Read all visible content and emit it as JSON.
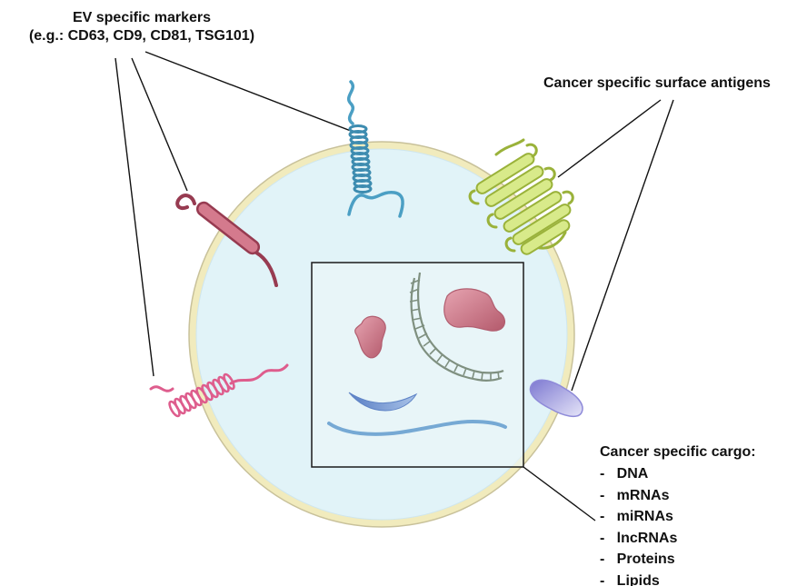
{
  "ev_markers": {
    "title": "EV specific markers",
    "examples": "(e.g.: CD63, CD9, CD81, TSG101)"
  },
  "surface_antigens": {
    "title": "Cancer specific surface antigens"
  },
  "cargo": {
    "title": "Cancer specific cargo:",
    "items": [
      "DNA",
      "mRNAs",
      "miRNAs",
      "lncRNAs",
      "Proteins",
      "Lipids"
    ],
    "bullet": "-"
  },
  "colors": {
    "membrane": "#f1ebbd",
    "vesicle_fill": "#e1f3f8",
    "marker_blue": "#4b9fc4",
    "marker_maroon": "#973b51",
    "marker_pink": "#de5d8d",
    "antigen_green": "#d8ea8a",
    "antigen_purple": "#a9a5e4",
    "dna_green": "#7f9080",
    "protein_pink": "#c66f81",
    "rna_blue": "#76a9d4"
  }
}
